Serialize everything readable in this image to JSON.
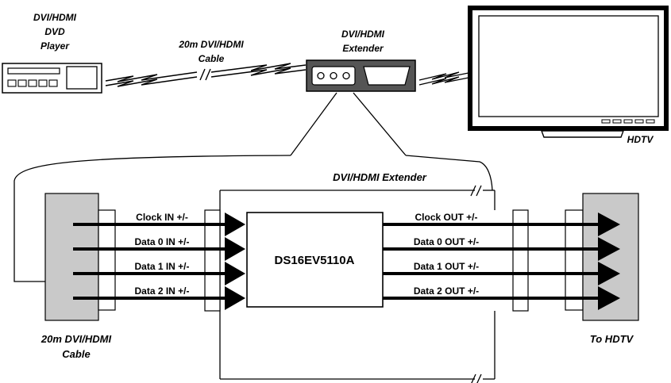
{
  "top": {
    "dvd_player": {
      "line1": "DVI/HDMI",
      "line2": "DVD",
      "line3": "Player"
    },
    "cable": {
      "line1": "20m DVI/HDMI",
      "line2": "Cable"
    },
    "extender": {
      "line1": "DVI/HDMI",
      "line2": "Extender"
    },
    "hdtv": {
      "label": "HDTV"
    }
  },
  "detail": {
    "extender_title": "DVI/HDMI Extender",
    "chip_label": "DS16EV5110A",
    "left_cable": {
      "line1": "20m DVI/HDMI",
      "line2": "Cable"
    },
    "right_label": "To HDTV",
    "inputs": [
      "Clock IN +/-",
      "Data 0 IN +/-",
      "Data 1 IN +/-",
      "Data 2 IN +/-"
    ],
    "outputs": [
      "Clock OUT +/-",
      "Data 0 OUT +/-",
      "Data 1 OUT +/-",
      "Data 2 OUT +/-"
    ]
  }
}
